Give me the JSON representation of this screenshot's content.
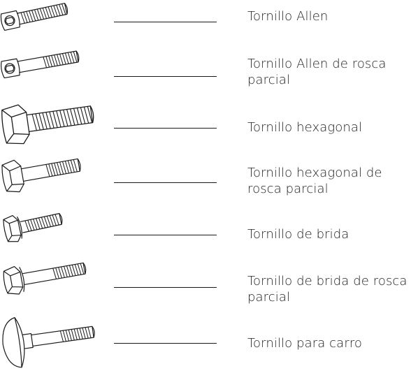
{
  "items": [
    {
      "label": "Tornillo Allen",
      "icon": "allen-screw-icon"
    },
    {
      "label": "Tornillo Allen de rosca parcial",
      "icon": "partial-thread-allen-screw-icon"
    },
    {
      "label": "Tornillo hexagonal",
      "icon": "hex-bolt-icon"
    },
    {
      "label": "Tornillo hexagonal de rosca parcial",
      "icon": "partial-thread-hex-bolt-icon"
    },
    {
      "label": "Tornillo de brida",
      "icon": "flange-bolt-icon"
    },
    {
      "label": "Tornillo de brida de rosca parcial",
      "icon": "partial-thread-flange-bolt-icon"
    },
    {
      "label": "Tornillo para carro",
      "icon": "carriage-bolt-icon"
    }
  ],
  "colors": {
    "ink": "#1a1a1a",
    "text": "#1f1f1f",
    "background": "#ffffff"
  }
}
